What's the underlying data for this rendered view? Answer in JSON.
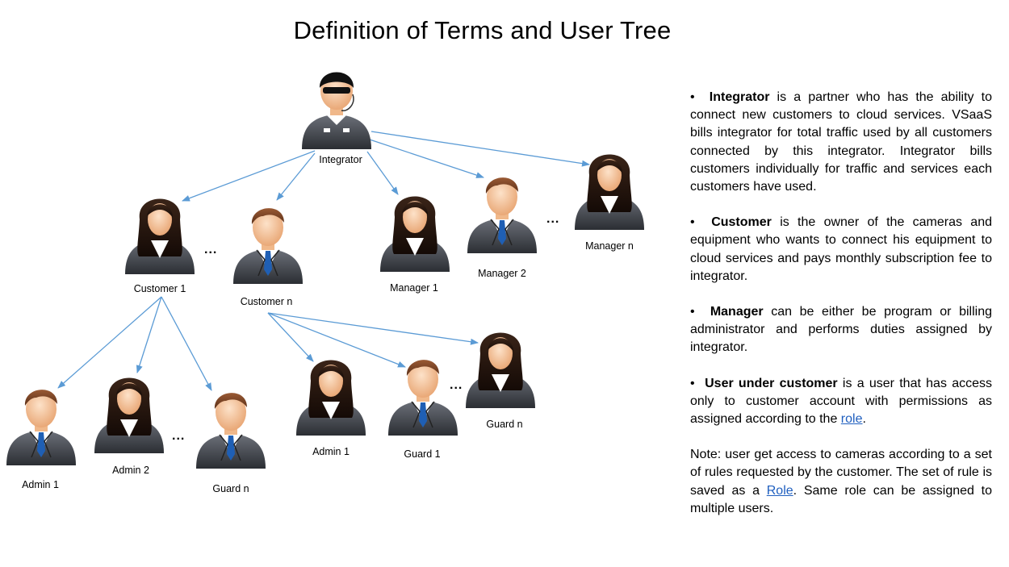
{
  "title": "Definition of Terms and User Tree",
  "nodes": {
    "integrator": {
      "label": "Integrator",
      "kind": "agent"
    },
    "customer_1": {
      "label": "Customer 1",
      "kind": "woman"
    },
    "customer_n": {
      "label": "Customer n",
      "kind": "man"
    },
    "manager_1": {
      "label": "Manager 1",
      "kind": "woman"
    },
    "manager_2": {
      "label": "Manager 2",
      "kind": "man"
    },
    "manager_n": {
      "label": "Manager n",
      "kind": "woman"
    },
    "c1_admin_1": {
      "label": "Admin 1",
      "kind": "man"
    },
    "c1_admin_2": {
      "label": "Admin 2",
      "kind": "woman"
    },
    "c1_guard_n": {
      "label": "Guard n",
      "kind": "man"
    },
    "cn_admin_1": {
      "label": "Admin 1",
      "kind": "woman"
    },
    "cn_guard_1": {
      "label": "Guard 1",
      "kind": "man"
    },
    "cn_guard_n": {
      "label": "Guard n",
      "kind": "woman"
    }
  },
  "edges": [
    [
      "integrator",
      "customer_1"
    ],
    [
      "integrator",
      "customer_n"
    ],
    [
      "integrator",
      "manager_1"
    ],
    [
      "integrator",
      "manager_2"
    ],
    [
      "integrator",
      "manager_n"
    ],
    [
      "customer_1",
      "c1_admin_1"
    ],
    [
      "customer_1",
      "c1_admin_2"
    ],
    [
      "customer_1",
      "c1_guard_n"
    ],
    [
      "customer_n",
      "cn_admin_1"
    ],
    [
      "customer_n",
      "cn_guard_1"
    ],
    [
      "customer_n",
      "cn_guard_n"
    ]
  ],
  "ellipsis": "...",
  "colors": {
    "arrow": "#5b9bd5",
    "link": "#1f5fbf"
  },
  "definitions": {
    "integrator": {
      "term": "Integrator",
      "text": " is a partner who has the ability to connect new customers to cloud services. VSaaS bills integrator for total traffic used by all customers connected by this integrator. Integrator bills customers individually for traffic and services each customers have used."
    },
    "customer": {
      "term": "Customer",
      "text": " is the owner of the cameras and equipment who wants to connect his equipment to cloud services and pays monthly subscription fee to integrator."
    },
    "manager": {
      "term": "Manager",
      "text": " can be either be program or billing administrator and performs duties assigned by integrator."
    },
    "user": {
      "term": "User under customer",
      "text": " is a user that has access only to customer account with permissions as assigned according to the ",
      "link": "role",
      "end": "."
    },
    "note": {
      "text": "Note: user get access to cameras according to a set of rules requested by the customer. The set of rule is saved as a ",
      "link": "Role",
      "end": ". Same role can be assigned to multiple users."
    }
  }
}
